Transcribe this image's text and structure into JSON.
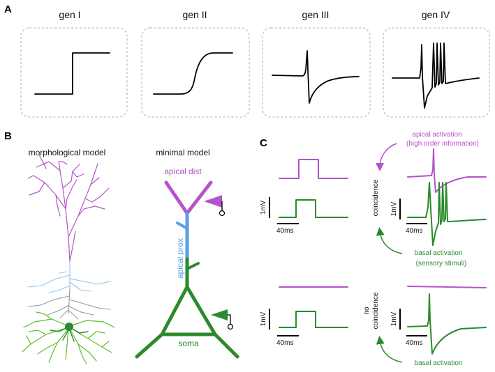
{
  "panel_a": {
    "letter": "A",
    "generations": [
      {
        "title": "gen I"
      },
      {
        "title": "gen II"
      },
      {
        "title": "gen III"
      },
      {
        "title": "gen IV"
      }
    ]
  },
  "panel_b": {
    "letter": "B",
    "morph_title": "morphological model",
    "minimal_title": "minimal model",
    "apical_dist": "apical dist",
    "apical_prox": "apical prox",
    "soma": "soma"
  },
  "panel_c": {
    "letter": "C",
    "scale_mv": "1mV",
    "scale_ms": "40ms",
    "coincidence": "coincidence",
    "no": "no",
    "apical_activation": "apical activation",
    "apical_sub": "(high order information)",
    "basal_activation": "basal activation",
    "basal_sub": "(sensory stimuli)",
    "basal_activation_2": "basal activation"
  },
  "colors": {
    "apical_dist": "#b355c8",
    "apical_prox": "#5a9ee6",
    "soma": "#2b8a2b",
    "box": "#c8c8c8"
  }
}
